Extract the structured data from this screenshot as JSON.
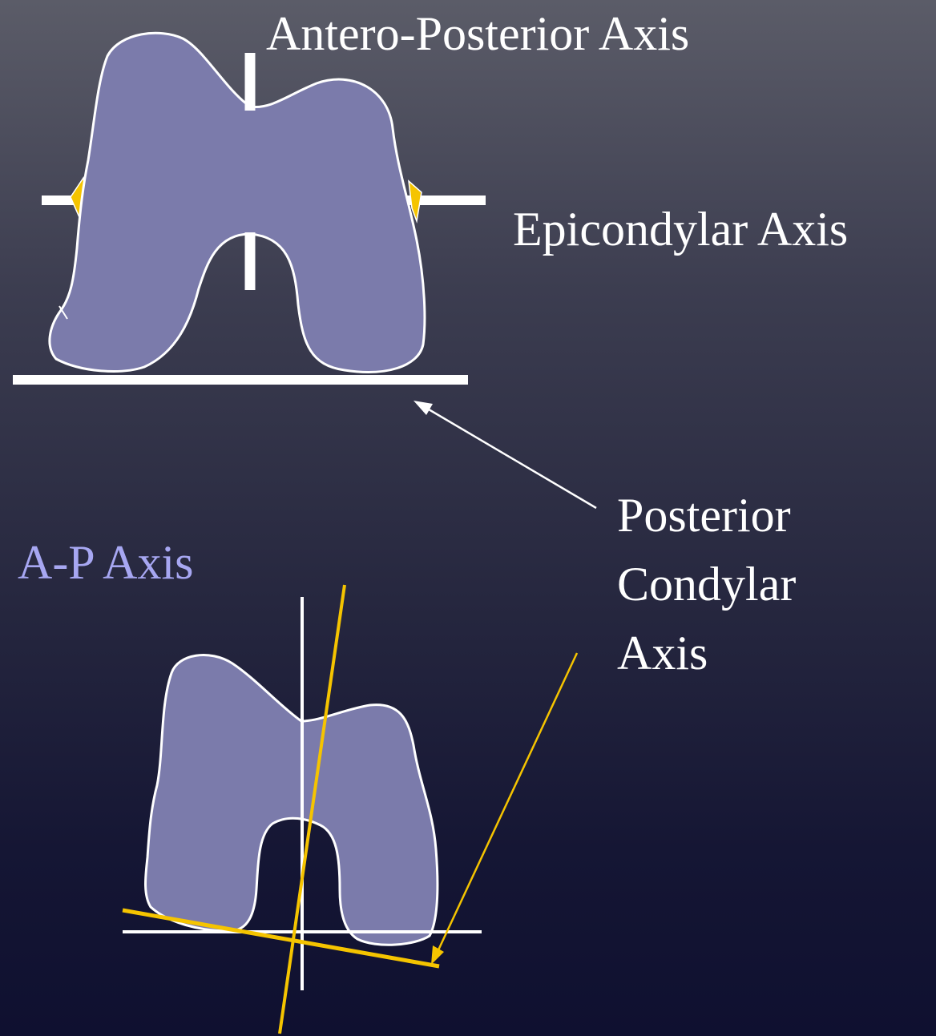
{
  "labels": {
    "antero_posterior_axis": "Antero-Posterior Axis",
    "epicondylar_axis": "Epicondylar Axis",
    "posterior_condylar_axis": [
      "Posterior",
      "Condylar",
      "Axis"
    ],
    "ap_axis": "A-P Axis"
  },
  "colors": {
    "bone_fill": "#7b7bab",
    "bone_outline": "#ffffff",
    "axis_line": "#ffffff",
    "highlight_axis": "#f5c400",
    "ap_label": "#a7a7f2",
    "background_top": "#5b5c68",
    "background_bottom": "#0f1030"
  }
}
